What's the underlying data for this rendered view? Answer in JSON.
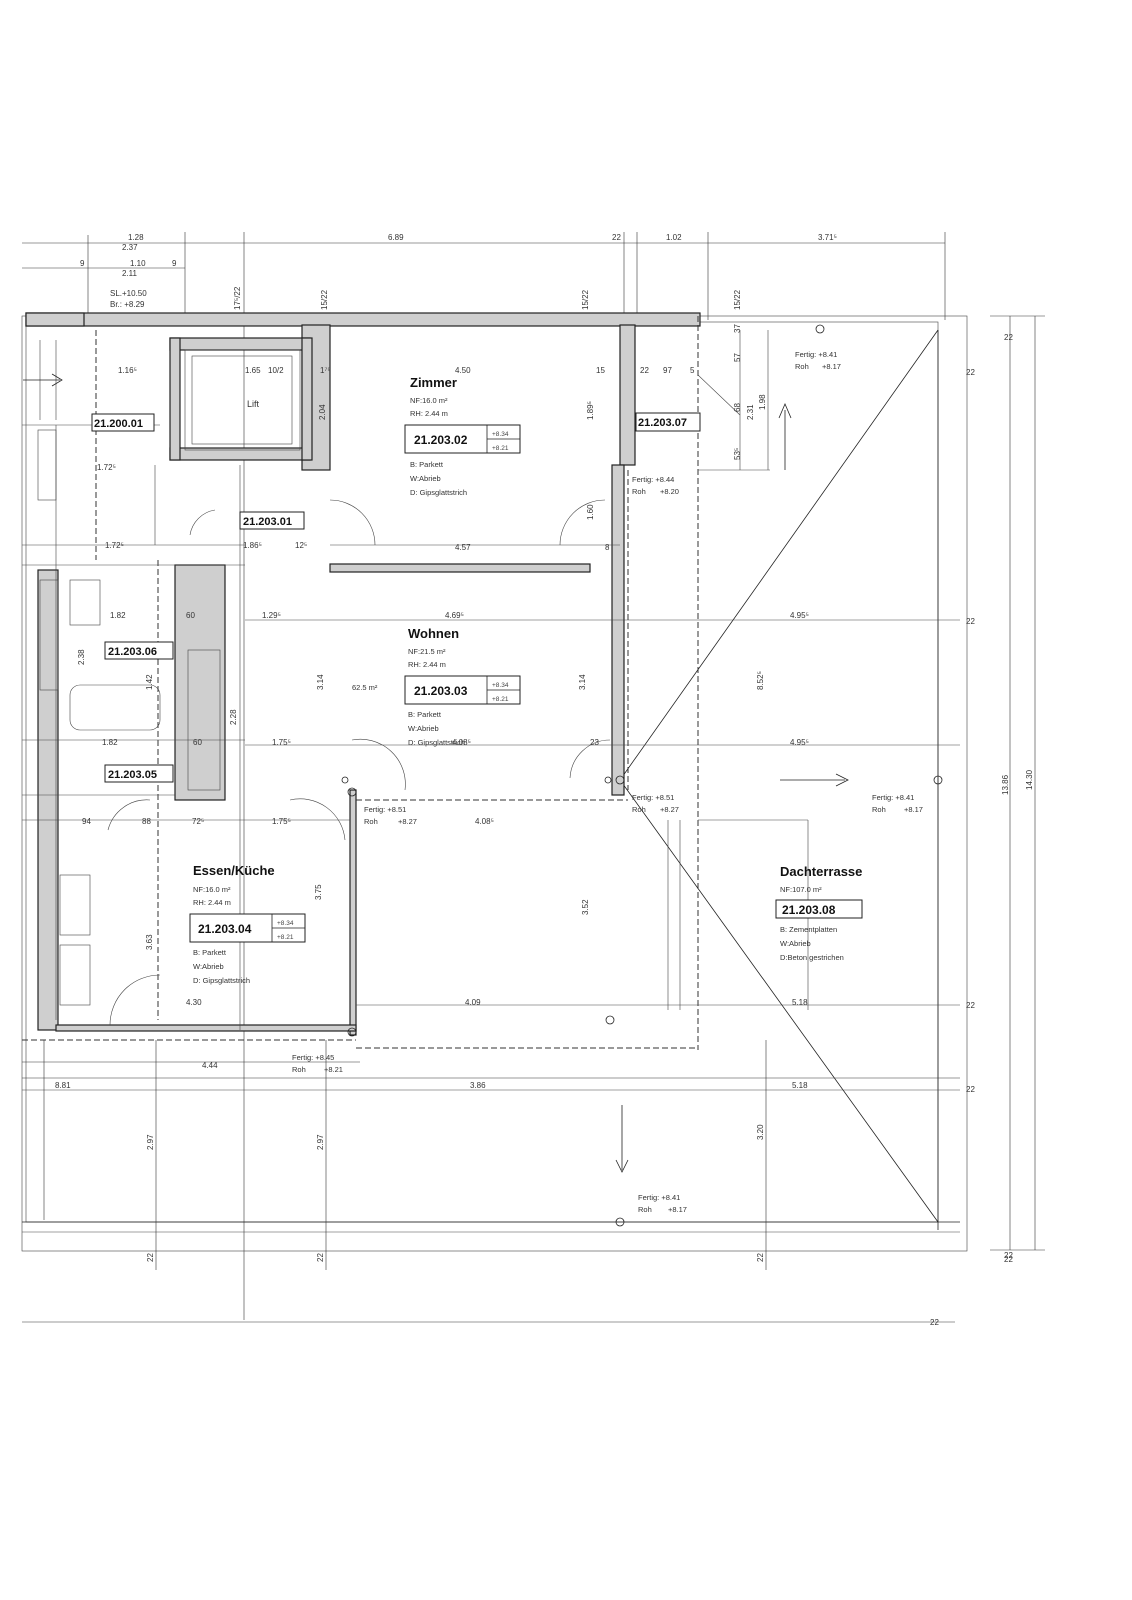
{
  "rooms": {
    "zimmer": {
      "name": "Zimmer",
      "nf": "NF:16.0 m²",
      "rh": "RH: 2.44 m",
      "id": "21.203.02",
      "lvl_top": "+8.34",
      "lvl_bottom": "+8.21",
      "b": "B: Parkett",
      "w": "W:Abrieb",
      "d": "D: Gipsglattstrich"
    },
    "wohnen": {
      "name": "Wohnen",
      "nf": "NF:21.5 m²",
      "rh": "RH: 2.44 m",
      "id": "21.203.03",
      "lvl_top": "+8.34",
      "lvl_bottom": "+8.21",
      "b": "B: Parkett",
      "w": "W:Abrieb",
      "d": "D: Gipsglattstrich"
    },
    "essen": {
      "name": "Essen/Küche",
      "nf": "NF:16.0 m²",
      "rh": "RH: 2.44 m",
      "id": "21.203.04",
      "lvl_top": "+8.34",
      "lvl_bottom": "+8.21",
      "b": "B: Parkett",
      "w": "W:Abrieb",
      "d": "D: Gipsglattstrich"
    },
    "dachterrasse": {
      "name": "Dachterrasse",
      "nf": "NF:107.0 m²",
      "id": "21.203.08",
      "b": "B: Zementplatten",
      "w": "W:Abrieb",
      "d": "D:Beton gestrichen"
    }
  },
  "labels": {
    "id_200_01": "21.200.01",
    "id_203_01": "21.203.01",
    "id_203_05": "21.203.05",
    "id_203_06": "21.203.06",
    "id_203_07": "21.203.07",
    "lift": "Lift",
    "area_total": "62.5 m²",
    "sl": "SL.+10.50",
    "br": "Br.: +8.29"
  },
  "levels": [
    {
      "f": "Fertig: +8.41",
      "r": "Roh",
      "rv": "+8.17"
    },
    {
      "f": "Fertig: +8.44",
      "r": "Roh",
      "rv": "+8.20"
    },
    {
      "f": "Fertig: +8.51",
      "r": "Roh",
      "rv": "+8.27"
    },
    {
      "f": "Fertig: +8.51",
      "r": "Roh",
      "rv": "+8.27"
    },
    {
      "f": "Fertig: +8.41",
      "r": "Roh",
      "rv": "+8.17"
    },
    {
      "f": "Fertig: +8.45",
      "r": "Roh",
      "rv": "+8.21"
    },
    {
      "f": "Fertig: +8.41",
      "r": "Roh",
      "rv": "+8.17"
    }
  ],
  "dims": {
    "top": [
      "1.28",
      "2.37",
      "1.10",
      "2.11",
      "6.89",
      "22",
      "1.02",
      "3.71⁵",
      "9",
      "9"
    ],
    "zimmer": [
      "4.50",
      "15",
      "22",
      "97",
      "5",
      "1.89⁵",
      "2.04",
      "1.60",
      "4.57",
      "8",
      "1.16⁵",
      "1.65",
      "10/2",
      "1⁷⁵"
    ],
    "mid": [
      "4.69⁵",
      "4.95⁵",
      "1.29⁵",
      "3.14",
      "3.14",
      "8.52⁵",
      "1.82",
      "60",
      "2.38",
      "1.42",
      "2.28",
      "1.72⁵",
      "1.72⁵",
      "1.86⁵",
      "12⁵"
    ],
    "lower": [
      "1.75⁵",
      "4.08⁵",
      "4.95⁵",
      "23",
      "1.82",
      "60",
      "1.75⁵",
      "4.08⁵",
      "72⁵",
      "88",
      "94"
    ],
    "essen": [
      "3.75",
      "3.52",
      "3.63",
      "4.30",
      "4.09",
      "5.18"
    ],
    "bottom": [
      "4.44",
      "8.81",
      "3.86",
      "5.18",
      "2.97",
      "2.97",
      "3.20",
      "22",
      "22",
      "22",
      "22"
    ],
    "right": [
      "22",
      "22",
      "22",
      "22",
      "22",
      "13.86",
      "14.30",
      "22",
      "22"
    ],
    "vert_small": [
      "1.98",
      "2.31",
      "57",
      "37",
      "53⁵",
      "68",
      "15/22",
      "15/22",
      "15/22",
      "17⁵/22"
    ]
  }
}
